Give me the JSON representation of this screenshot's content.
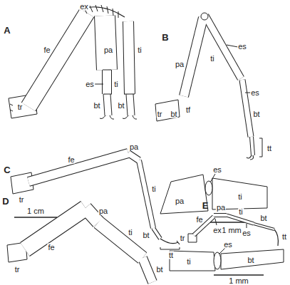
{
  "diagram": {
    "labels": [
      "A",
      "ex",
      "fe",
      "pa",
      "ti",
      "es",
      "ti",
      "bt",
      "bt",
      "tr",
      "B",
      "pa",
      "ti",
      "es",
      "es",
      "bt",
      "tt",
      "tr",
      "bt",
      "tf",
      "es",
      "pa",
      "ti",
      "1 mm",
      "C",
      "fe",
      "pa",
      "ti",
      "bt",
      "tt",
      "tr",
      "D",
      "1 cm",
      "fe",
      "pa",
      "ti",
      "bt",
      "tr",
      "E",
      "pa",
      "ti",
      "fe",
      "ex",
      "es",
      "bt",
      "tt",
      "tr",
      "ti",
      "es",
      "bt",
      "1 mm"
    ]
  }
}
